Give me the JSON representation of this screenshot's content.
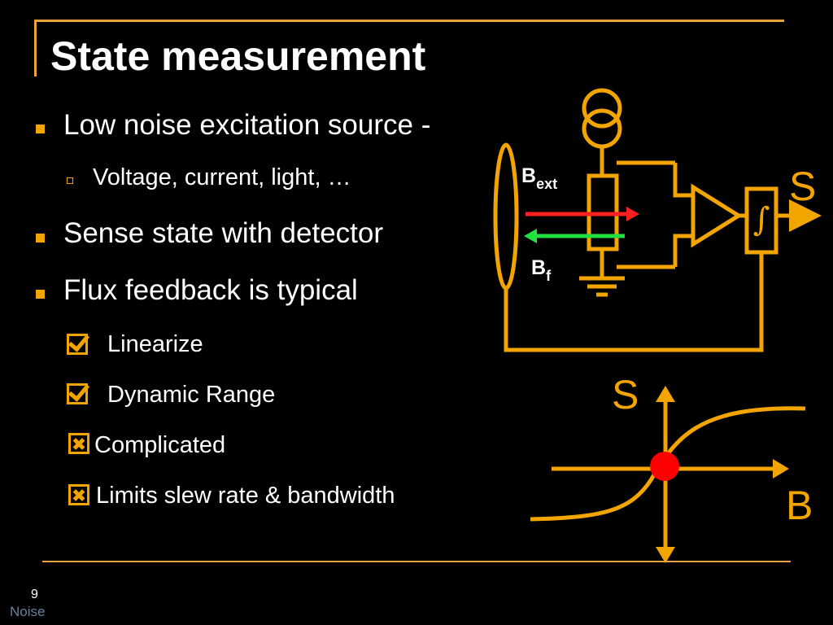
{
  "title": "State measurement",
  "bullets": [
    {
      "text": "Low noise excitation source -",
      "level": 1,
      "marker": "square"
    },
    {
      "text": "Voltage, current, light, …",
      "level": 2,
      "marker": "hollow-square"
    },
    {
      "text": "Sense state with detector",
      "level": 1,
      "marker": "square"
    },
    {
      "text": "Flux feedback is typical",
      "level": 1,
      "marker": "square"
    },
    {
      "text": "Linearize",
      "level": 2,
      "marker": "check-box"
    },
    {
      "text": "Dynamic Range",
      "level": 2,
      "marker": "check-box"
    },
    {
      "text": "Complicated",
      "level": 2,
      "marker": "x-box"
    },
    {
      "text": "Limits slew rate & bandwidth",
      "level": 2,
      "marker": "x-box"
    }
  ],
  "circuit": {
    "b_ext_main": "B",
    "b_ext_sub": "ext",
    "b_f_main": "B",
    "b_f_sub": "f",
    "output_label": "S",
    "integrator_symbol": "∫"
  },
  "transfer_plot": {
    "y_label": "S",
    "x_label": "B"
  },
  "footer": {
    "page_number": "9",
    "section": "Noise"
  },
  "colors": {
    "background": "#000000",
    "accent": "#f2a500",
    "frame": "#e8a33a",
    "ext_arrow": "#ff2020",
    "feedback_arrow": "#22e040",
    "operating_point": "#ff0000",
    "footer_text": "#6d7f99"
  },
  "icons": [
    "current-source-icon",
    "amplifier-icon",
    "integrator-icon",
    "ground-icon",
    "check-box-icon",
    "x-box-icon"
  ]
}
